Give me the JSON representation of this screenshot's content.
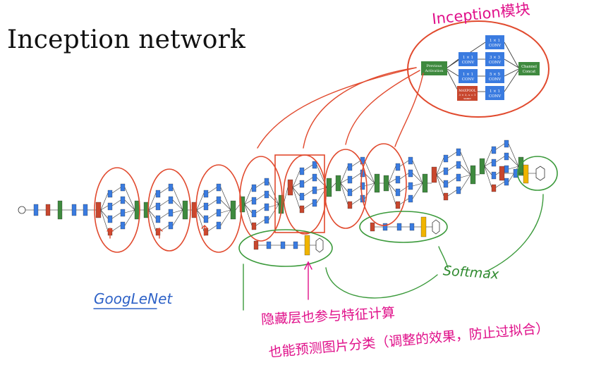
{
  "title": "Inception network",
  "annotations": {
    "module_label": "Inception模块",
    "network_label": "GoogLeNet",
    "softmax_label": "Softmax",
    "note_line1": "隐藏层也参与特征计算",
    "note_line2": "也能预测图片分类（调整的效果，防止过拟合）"
  },
  "module": {
    "prev_activation": "Previous Activation",
    "conv_1x1": "1 × 1 CONV",
    "conv_3x3": "3 × 3 CONV",
    "conv_5x5": "5 × 5 CONV",
    "maxpool": "MAXPOOL 3 × 3, s = 1 same",
    "concat": "Channel Concat"
  },
  "colors": {
    "conv": "#3a7be0",
    "pool": "#c8472e",
    "concat": "#3f8a3f",
    "softmax": "#f0b400",
    "red_annotation": "#e14a2e",
    "green_annotation": "#3b9a3b",
    "magenta_annotation": "#e0108a",
    "blue_annotation": "#2e62c7"
  }
}
